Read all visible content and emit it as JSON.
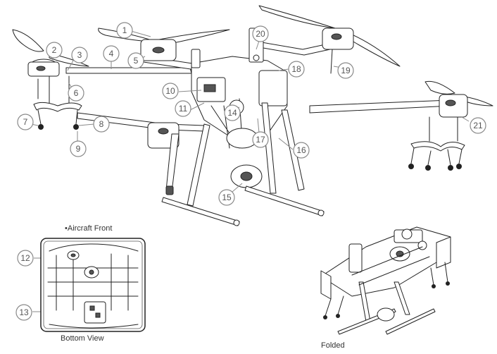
{
  "callouts": [
    "1",
    "2",
    "3",
    "4",
    "5",
    "6",
    "7",
    "8",
    "9",
    "10",
    "11",
    "12",
    "13",
    "14",
    "15",
    "16",
    "17",
    "18",
    "19",
    "20",
    "21"
  ],
  "labels": {
    "aircraft_front": "Aircraft Front",
    "bottom_view": "Bottom View",
    "folded": "Folded"
  }
}
